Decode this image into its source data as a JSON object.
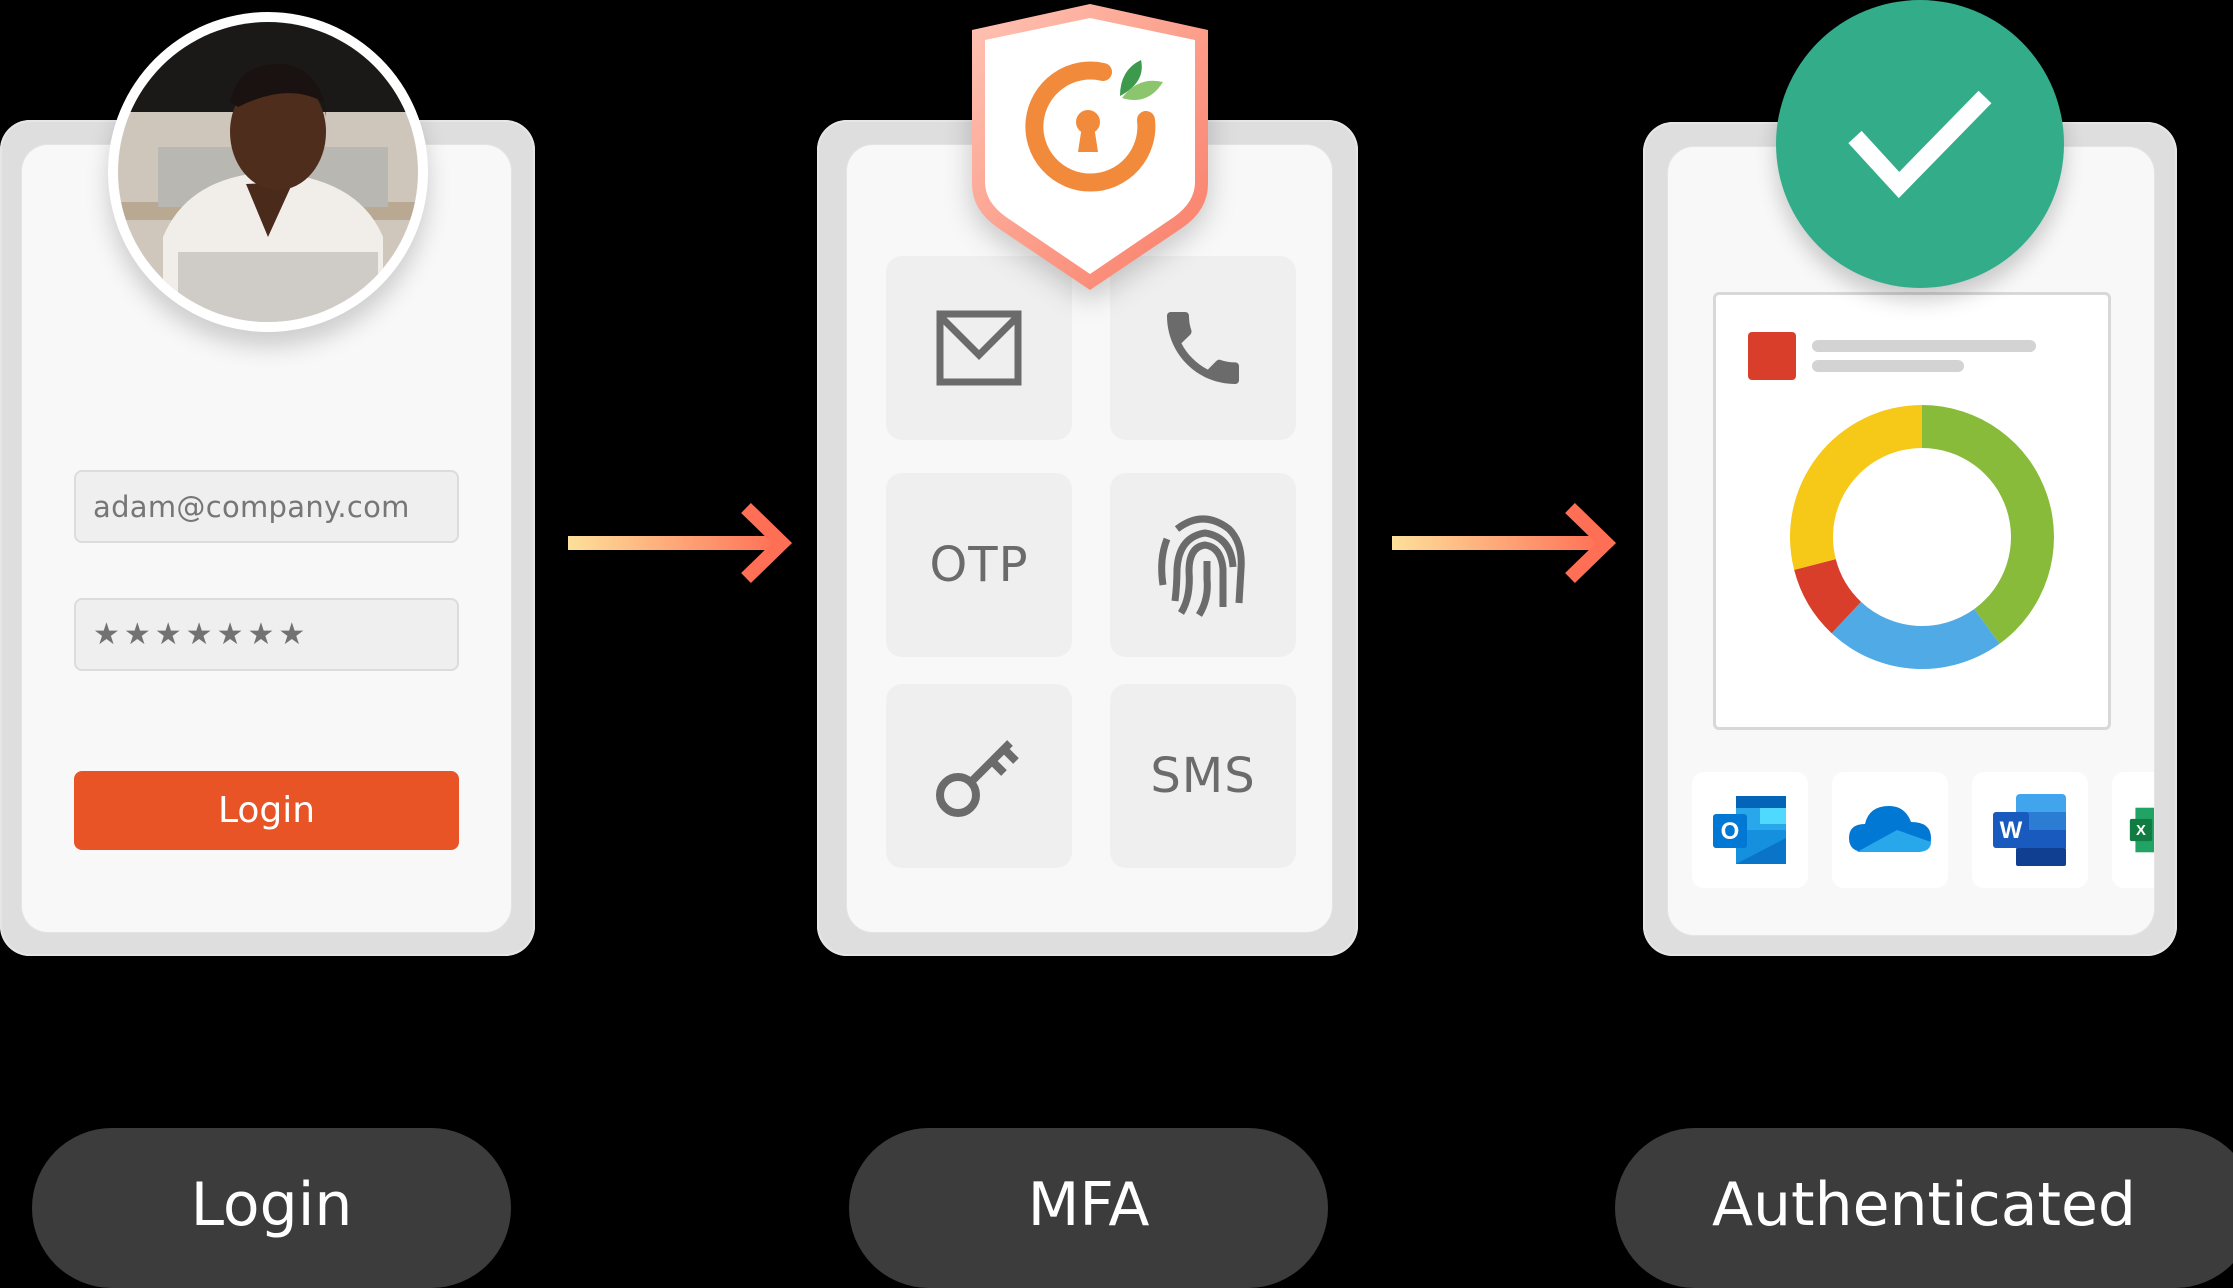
{
  "steps": [
    {
      "id": "login",
      "label": "Login",
      "email_value": "adam@company.com",
      "password_mask": "★★★★★★★",
      "button_label": "Login",
      "button_color": "#e85425"
    },
    {
      "id": "mfa",
      "label": "MFA",
      "shield_border_color": "#fa8a76",
      "logo_color": "#f28a3c",
      "methods": [
        {
          "name": "email",
          "icon": "envelope-icon",
          "text": ""
        },
        {
          "name": "phone",
          "icon": "phone-icon",
          "text": ""
        },
        {
          "name": "otp",
          "icon": "",
          "text": "OTP"
        },
        {
          "name": "fingerprint",
          "icon": "fingerprint-icon",
          "text": ""
        },
        {
          "name": "key",
          "icon": "key-icon",
          "text": ""
        },
        {
          "name": "sms",
          "icon": "",
          "text": "SMS"
        }
      ]
    },
    {
      "id": "authenticated",
      "label": "Authenticated",
      "badge_color": "#33ac8a",
      "apps": [
        {
          "name": "Outlook",
          "letter": "O"
        },
        {
          "name": "OneDrive",
          "letter": ""
        },
        {
          "name": "Word",
          "letter": "W"
        },
        {
          "name": "Excel",
          "letter": "X"
        }
      ]
    }
  ],
  "arrow_gradient": [
    "#fde09a",
    "#ff6f55"
  ],
  "chart_data": {
    "type": "pie",
    "variant": "donut",
    "title": "",
    "categories": [
      "Green",
      "Blue",
      "Red",
      "Yellow"
    ],
    "values": [
      40,
      22,
      9,
      29
    ],
    "colors": [
      "#88bb3a",
      "#4faae6",
      "#d93e2b",
      "#f6c818"
    ],
    "legend": "none"
  }
}
